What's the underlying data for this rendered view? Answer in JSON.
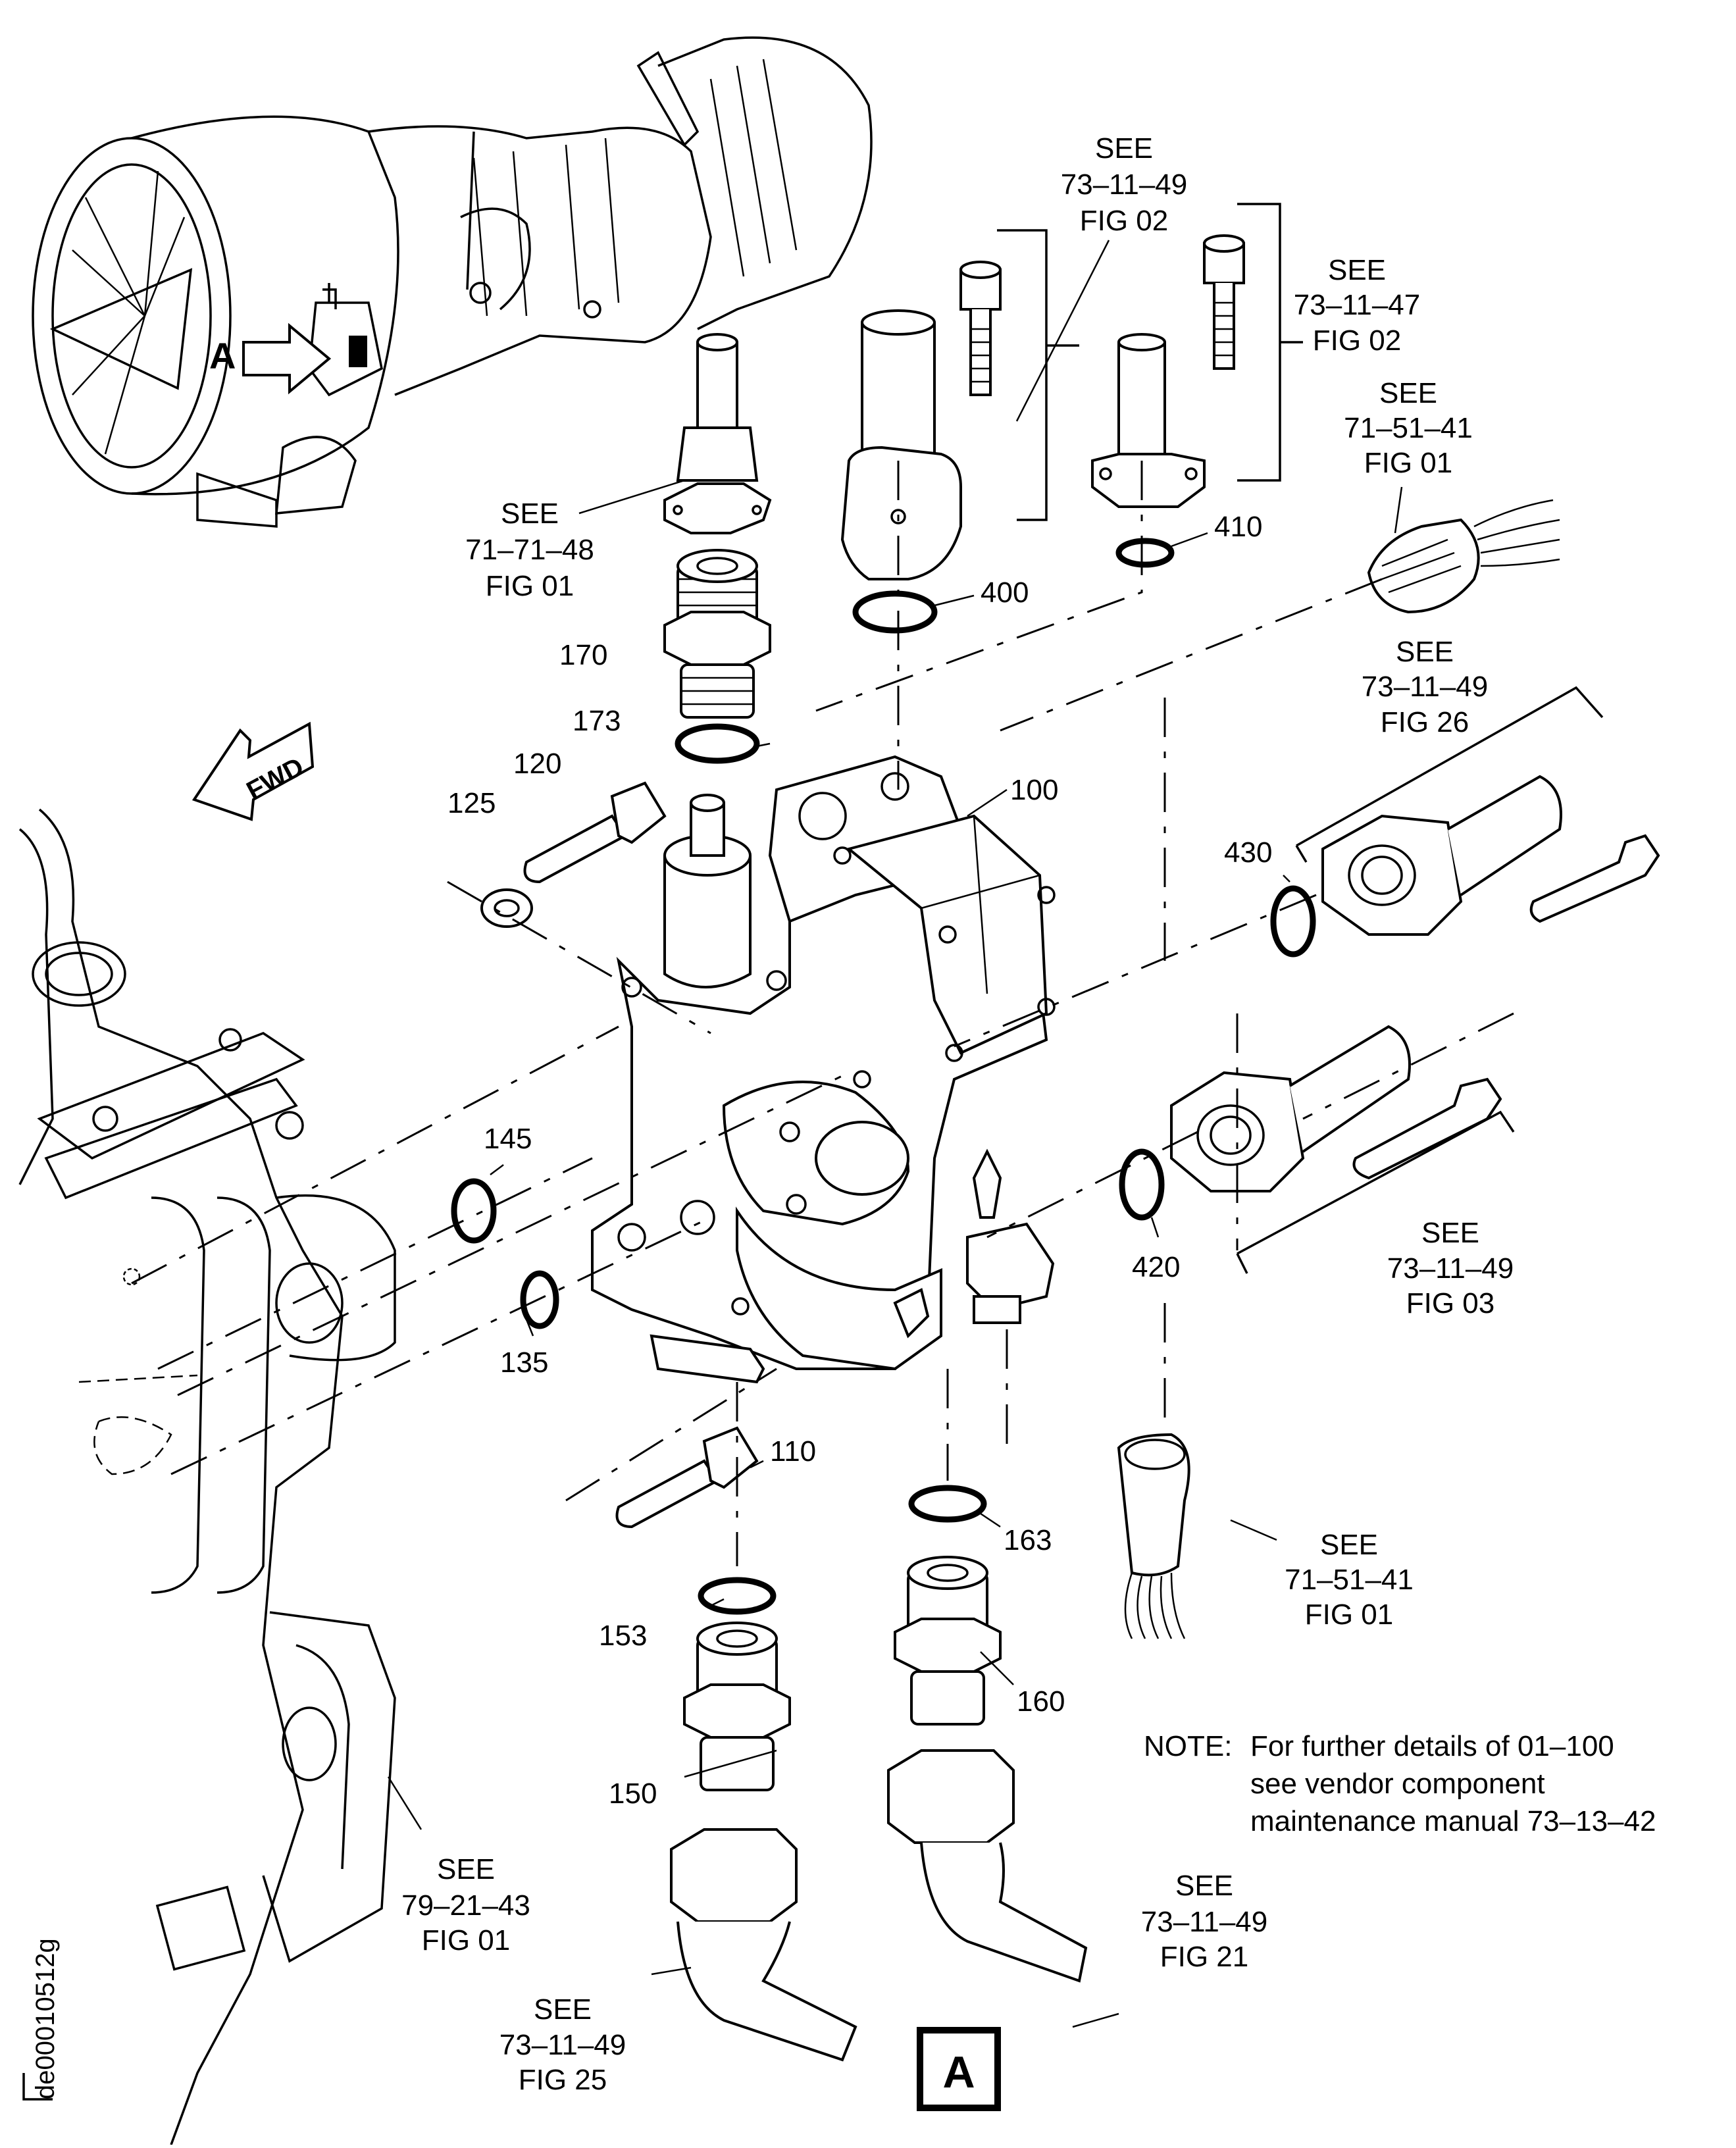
{
  "figure": {
    "view_label": "A",
    "fwd_label": "FWD",
    "drawing_id": "de00010512g",
    "colors": {
      "ink": "#000000",
      "paper": "#ffffff"
    }
  },
  "references": [
    {
      "id": "ref-73-11-49-fig02",
      "see": "SEE",
      "ref": "73–11–49",
      "fig": "FIG 02"
    },
    {
      "id": "ref-73-11-47-fig02",
      "see": "SEE",
      "ref": "73–11–47",
      "fig": "FIG 02"
    },
    {
      "id": "ref-71-51-41-fig01-top",
      "see": "SEE",
      "ref": "71–51–41",
      "fig": "FIG 01"
    },
    {
      "id": "ref-71-71-48-fig01",
      "see": "SEE",
      "ref": "71–71–48",
      "fig": "FIG 01"
    },
    {
      "id": "ref-73-11-49-fig26",
      "see": "SEE",
      "ref": "73–11–49",
      "fig": "FIG 26"
    },
    {
      "id": "ref-73-11-49-fig03",
      "see": "SEE",
      "ref": "73–11–49",
      "fig": "FIG 03"
    },
    {
      "id": "ref-71-51-41-fig01-bottom",
      "see": "SEE",
      "ref": "71–51–41",
      "fig": "FIG 01"
    },
    {
      "id": "ref-79-21-43-fig01",
      "see": "SEE",
      "ref": "79–21–43",
      "fig": "FIG 01"
    },
    {
      "id": "ref-73-11-49-fig25",
      "see": "SEE",
      "ref": "73–11–49",
      "fig": "FIG 25"
    },
    {
      "id": "ref-73-11-49-fig21",
      "see": "SEE",
      "ref": "73–11–49",
      "fig": "FIG 21"
    }
  ],
  "item_numbers": [
    "100",
    "110",
    "120",
    "125",
    "135",
    "145",
    "150",
    "153",
    "160",
    "163",
    "170",
    "173",
    "400",
    "410",
    "420",
    "430"
  ],
  "note": {
    "prefix": "NOTE:",
    "lines": [
      "For further details of 01–100",
      "see vendor component",
      "maintenance manual 73–13–42"
    ]
  }
}
